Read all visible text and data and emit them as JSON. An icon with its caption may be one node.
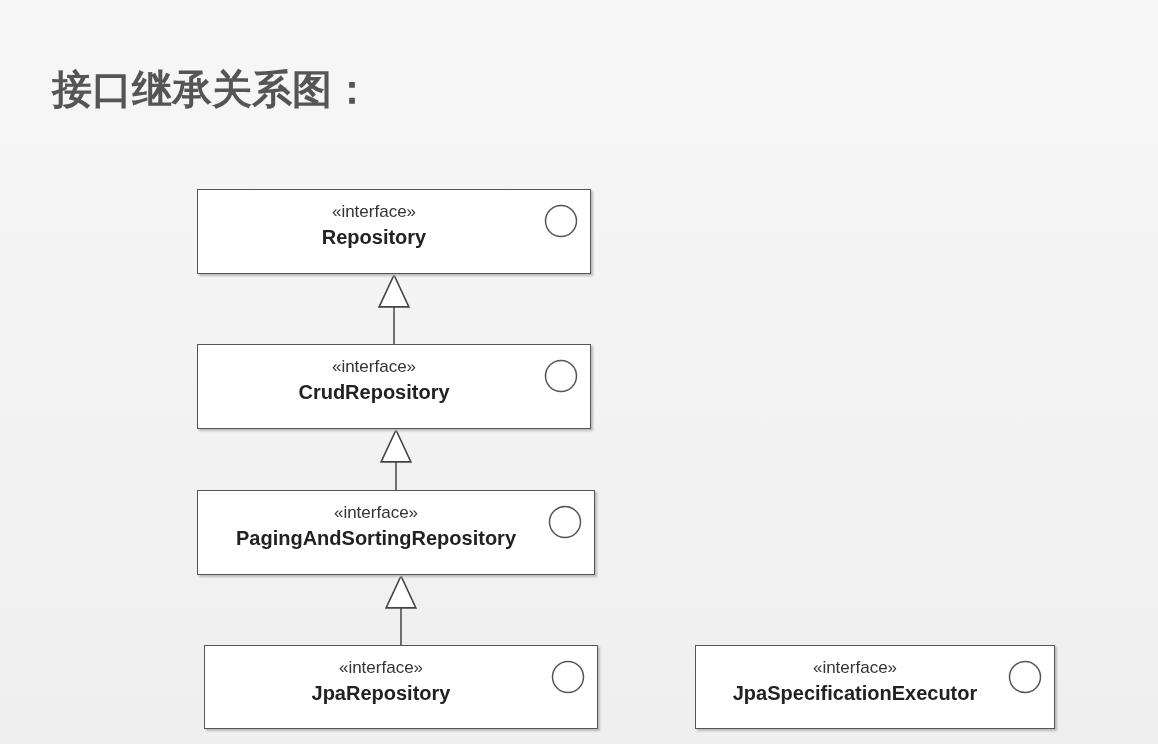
{
  "diagram": {
    "title": "接口继承关系图：",
    "nodes": [
      {
        "text": [
          "«interface»",
          "Repository"
        ]
      },
      {
        "text": [
          "«interface»",
          "CrudRepository"
        ]
      },
      {
        "text": [
          "«interface»",
          "PagingAndSortingRepository"
        ]
      },
      {
        "text": [
          "«interface»",
          "JpaRepository"
        ]
      },
      {
        "text": [
          "«interface»",
          "JpaSpecificationExecutor"
        ]
      }
    ],
    "edges": [
      {
        "from": 1,
        "to": 0,
        "arrow": "to"
      },
      {
        "from": 2,
        "to": 1,
        "arrow": "to"
      },
      {
        "from": 3,
        "to": 2,
        "arrow": "to"
      }
    ]
  }
}
